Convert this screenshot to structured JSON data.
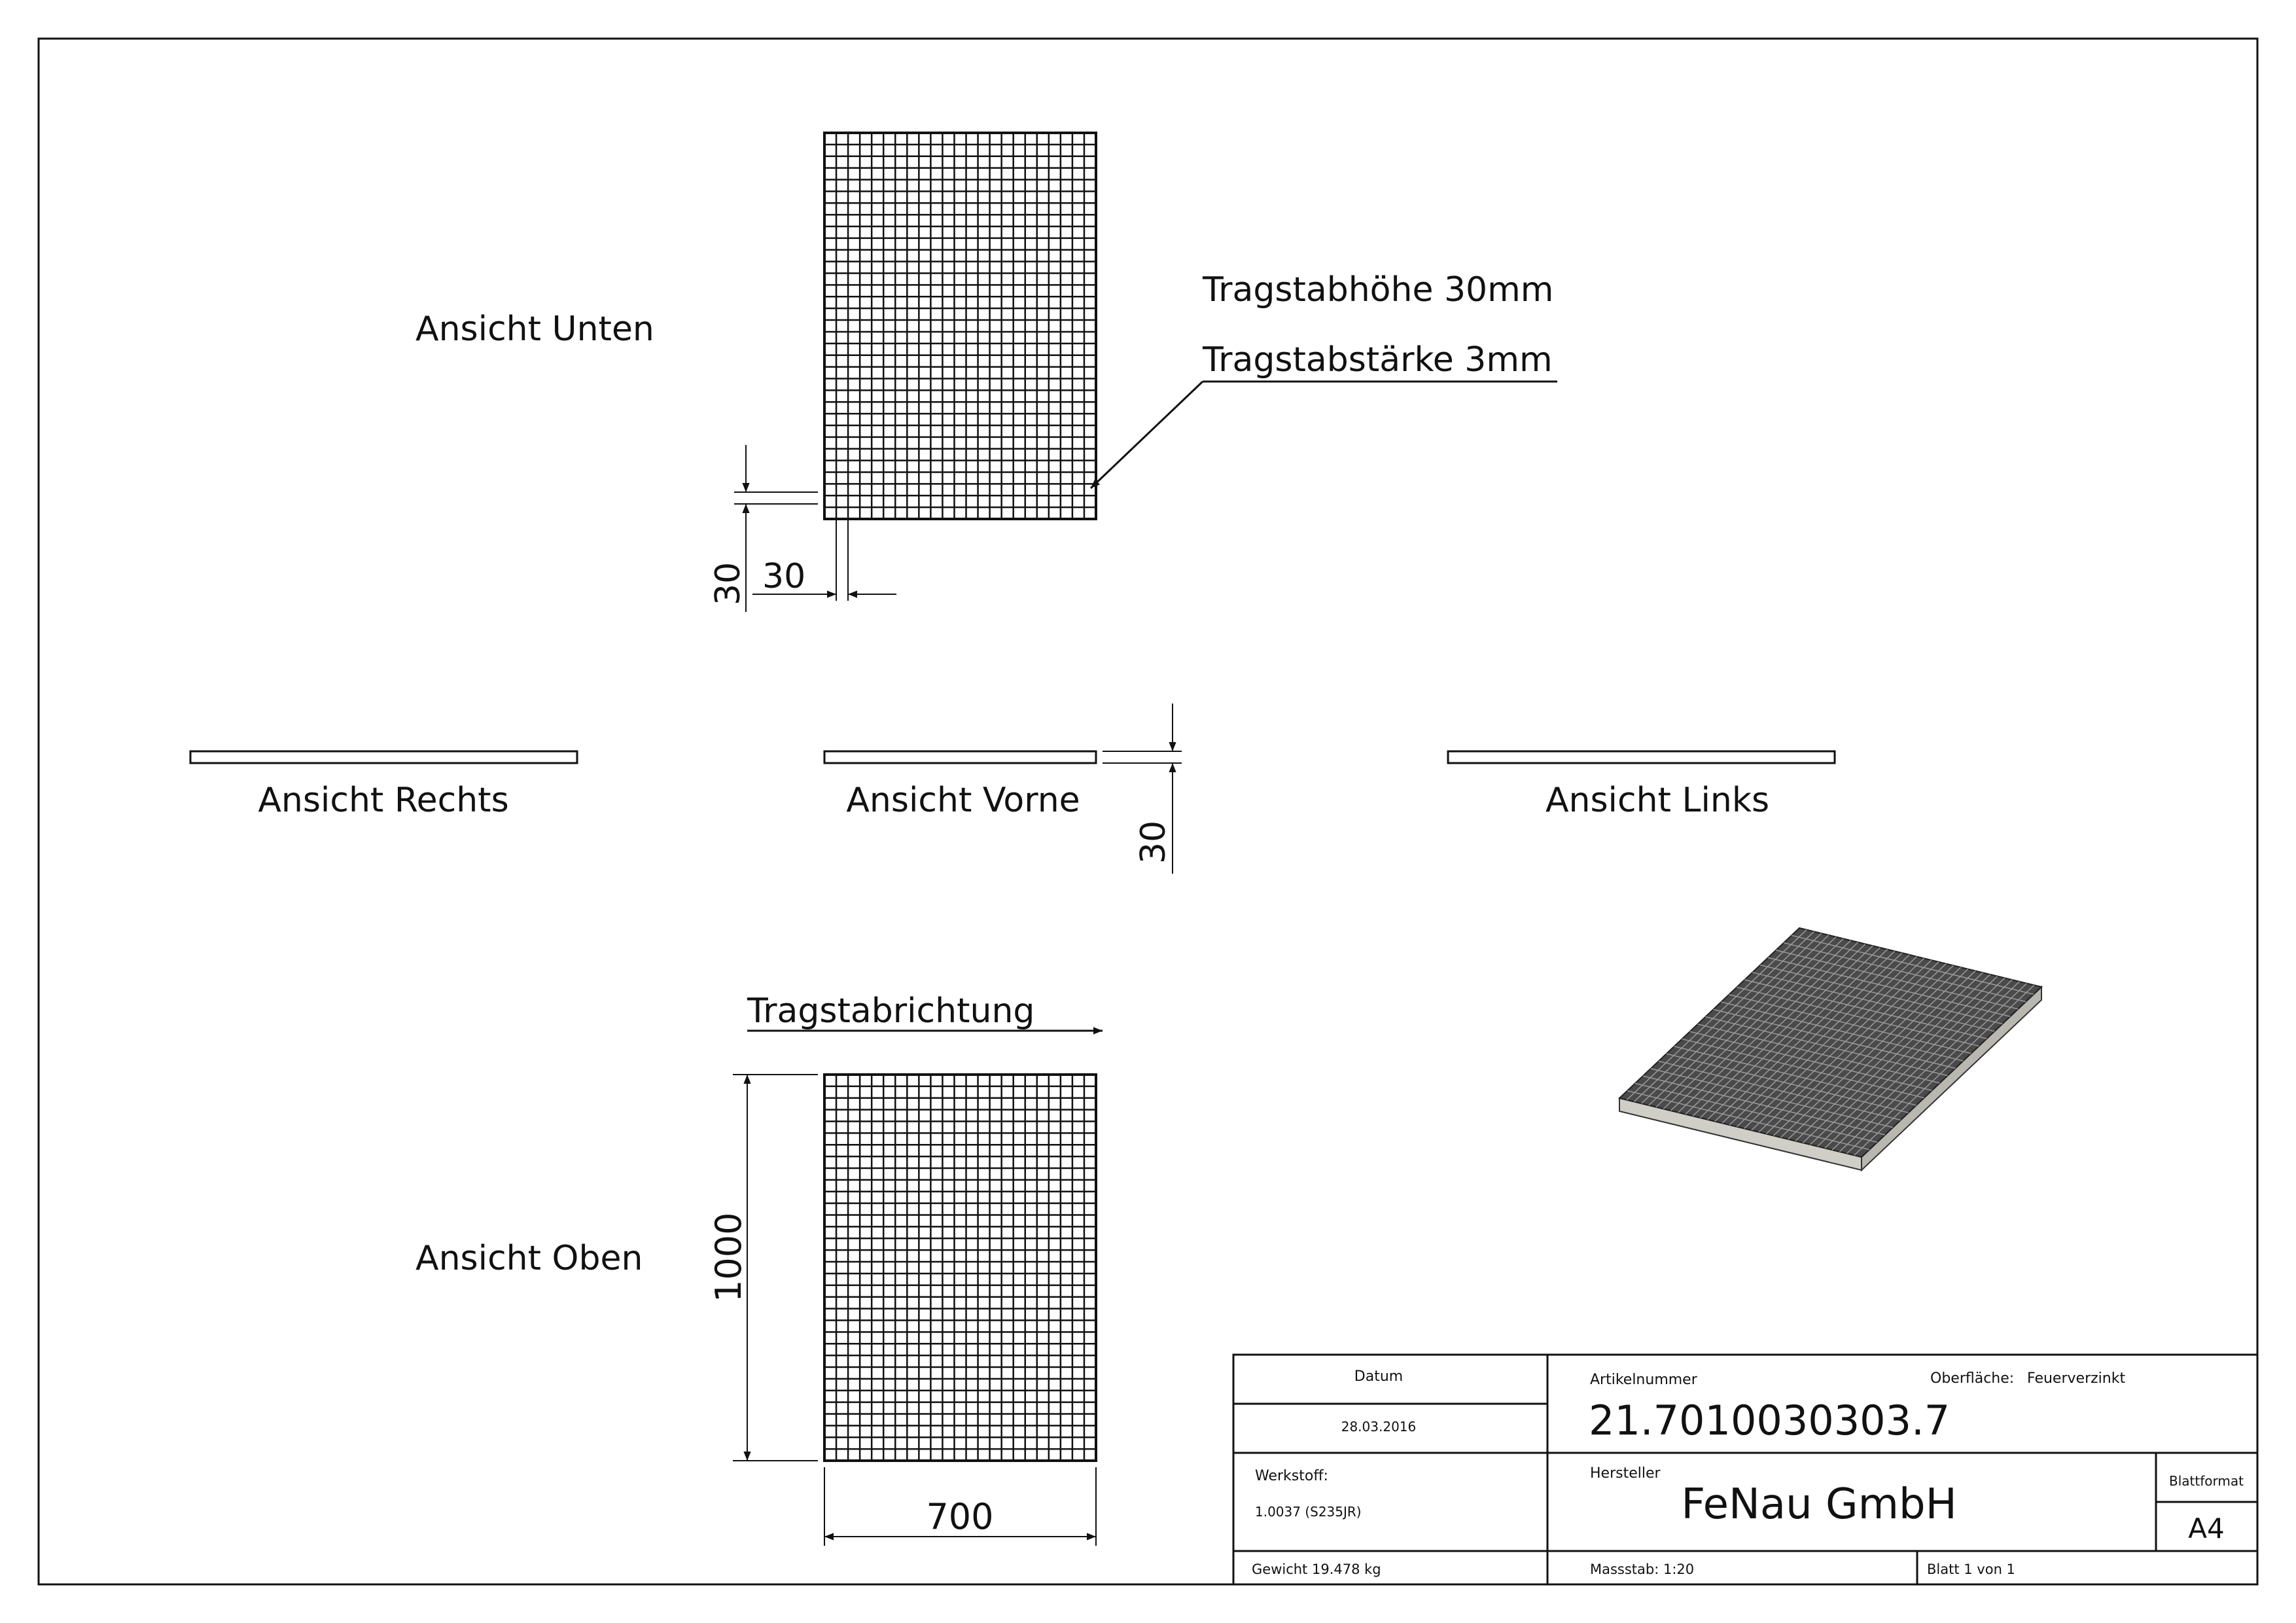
{
  "views": {
    "bottom": "Ansicht Unten",
    "right": "Ansicht Rechts",
    "front": "Ansicht Vorne",
    "left": "Ansicht Links",
    "top": "Ansicht Oben"
  },
  "notes": {
    "bar_height": "Tragstabhöhe 30mm",
    "bar_thickness": "Tragstabstärke 3mm",
    "bar_direction": "Tragstabrichtung"
  },
  "dimensions": {
    "mesh_vertical": "30",
    "mesh_horizontal": "30",
    "front_height": "30",
    "length": "1000",
    "width": "700"
  },
  "grating": {
    "columns": 23,
    "rows": 33
  },
  "title_block": {
    "date_label": "Datum",
    "date_value": "28.03.2016",
    "article_label": "Artikelnummer",
    "article_value": "21.7010030303.7",
    "surface_label": "Oberfläche:",
    "surface_value": "Feuerverzinkt",
    "material_label": "Werkstoff:",
    "material_value": "1.0037 (S235JR)",
    "manufacturer_label": "Hersteller",
    "manufacturer_value": "FeNau GmbH",
    "format_label": "Blattformat",
    "format_value": "A4",
    "weight": "Gewicht 19.478 kg",
    "scale": "Massstab: 1:20",
    "sheet": "Blatt 1 von 1"
  },
  "colors": {
    "line": "#111111",
    "iso_top": "#4a4a4a",
    "iso_side": "#cfcfc8"
  }
}
